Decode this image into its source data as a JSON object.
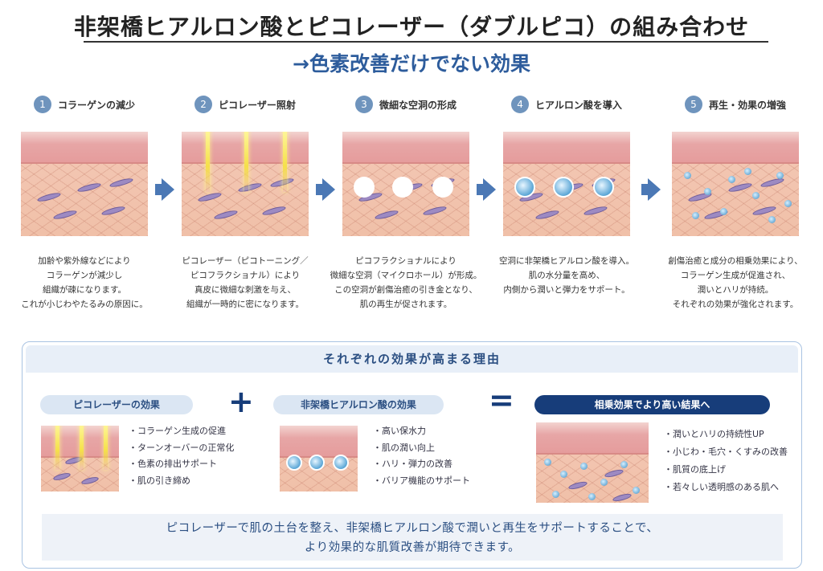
{
  "title": "非架橋ヒアルロン酸とピコレーザー（ダブルピコ）の組み合わせ",
  "subtitle": "→色素改善だけでない効果",
  "steps": [
    {
      "num": "1",
      "label": "コラーゲンの減少",
      "desc": [
        "加齢や紫外線などにより",
        "コラーゲンが減少し",
        "組織が疎になります。",
        "これが小じわやたるみの原因に。"
      ]
    },
    {
      "num": "2",
      "label": "ピコレーザー照射",
      "desc": [
        "ピコレーザー（ピコトーニング／",
        "ピコフラクショナル）により",
        "真皮に微細な刺激を与え、",
        "組織が一時的に密になります。"
      ]
    },
    {
      "num": "3",
      "label": "微細な空洞の形成",
      "desc": [
        "ピコフラクショナルにより",
        "微細な空洞（マイクロホール）が形成。",
        "この空洞が創傷治癒の引き金となり、",
        "肌の再生が促されます。"
      ]
    },
    {
      "num": "4",
      "label": "ヒアルロン酸を導入",
      "desc": [
        "空洞に非架橋ヒアルロン酸を導入。",
        "肌の水分量を高め、",
        "内側から潤いと弾力をサポート。"
      ]
    },
    {
      "num": "5",
      "label": "再生・効果の増強",
      "desc": [
        "創傷治癒と成分の相乗効果により、",
        "コラーゲン生成が促進され、",
        "潤いとハリが持続。",
        "それぞれの効果が強化されます。"
      ]
    }
  ],
  "reasons": {
    "heading": "それぞれの効果が高まる理由",
    "plus": "+",
    "equals": "=",
    "pico": {
      "label": "ピコレーザーの効果",
      "items": [
        "・コラーゲン生成の促進",
        "・ターンオーバーの正常化",
        "・色素の排出サポート",
        "・肌の引き締め"
      ]
    },
    "ha": {
      "label": "非架橋ヒアルロン酸の効果",
      "items": [
        "・高い保水力",
        "・肌の潤い向上",
        "・ハリ・弾力の改善",
        "・バリア機能のサポート"
      ]
    },
    "result": {
      "label": "相乗効果でより高い結果へ",
      "items": [
        "・潤いとハリの持続性UP",
        "・小じわ・毛穴・くすみの改善",
        "・肌質の底上げ",
        "・若々しい透明感のある肌へ"
      ]
    },
    "banner": [
      "ピコレーザーで肌の土台を整え、非架橋ヒアルロン酸で潤いと再生をサポートすることで、",
      "より効果的な肌質改善が期待できます。"
    ]
  },
  "colors": {
    "accent": "#173d7a",
    "step_num": "#6f94bd",
    "subtitle": "#2d5c9c"
  }
}
